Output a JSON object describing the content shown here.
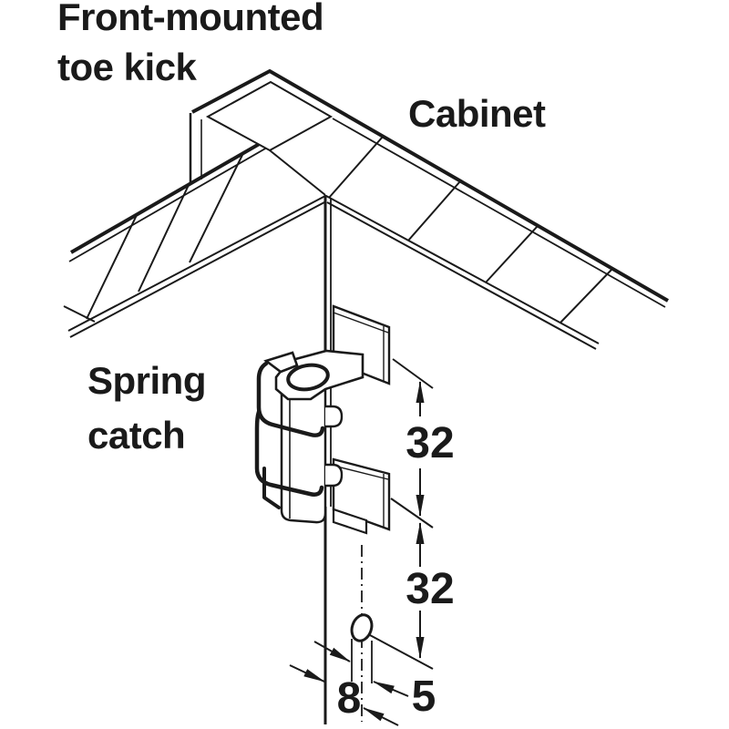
{
  "figure": {
    "title_line1": "Front-mounted",
    "title_line2": "toe kick",
    "label_cabinet": "Cabinet",
    "label_spring_line1": "Spring",
    "label_spring_line2": "catch",
    "dim_upper_hole_spacing": "32",
    "dim_lower_hole_spacing": "32",
    "dim_edge_offset": "8",
    "dim_hole_diameter": "5"
  },
  "colors": {
    "ink": "#1a1a1a",
    "background": "#ffffff"
  }
}
